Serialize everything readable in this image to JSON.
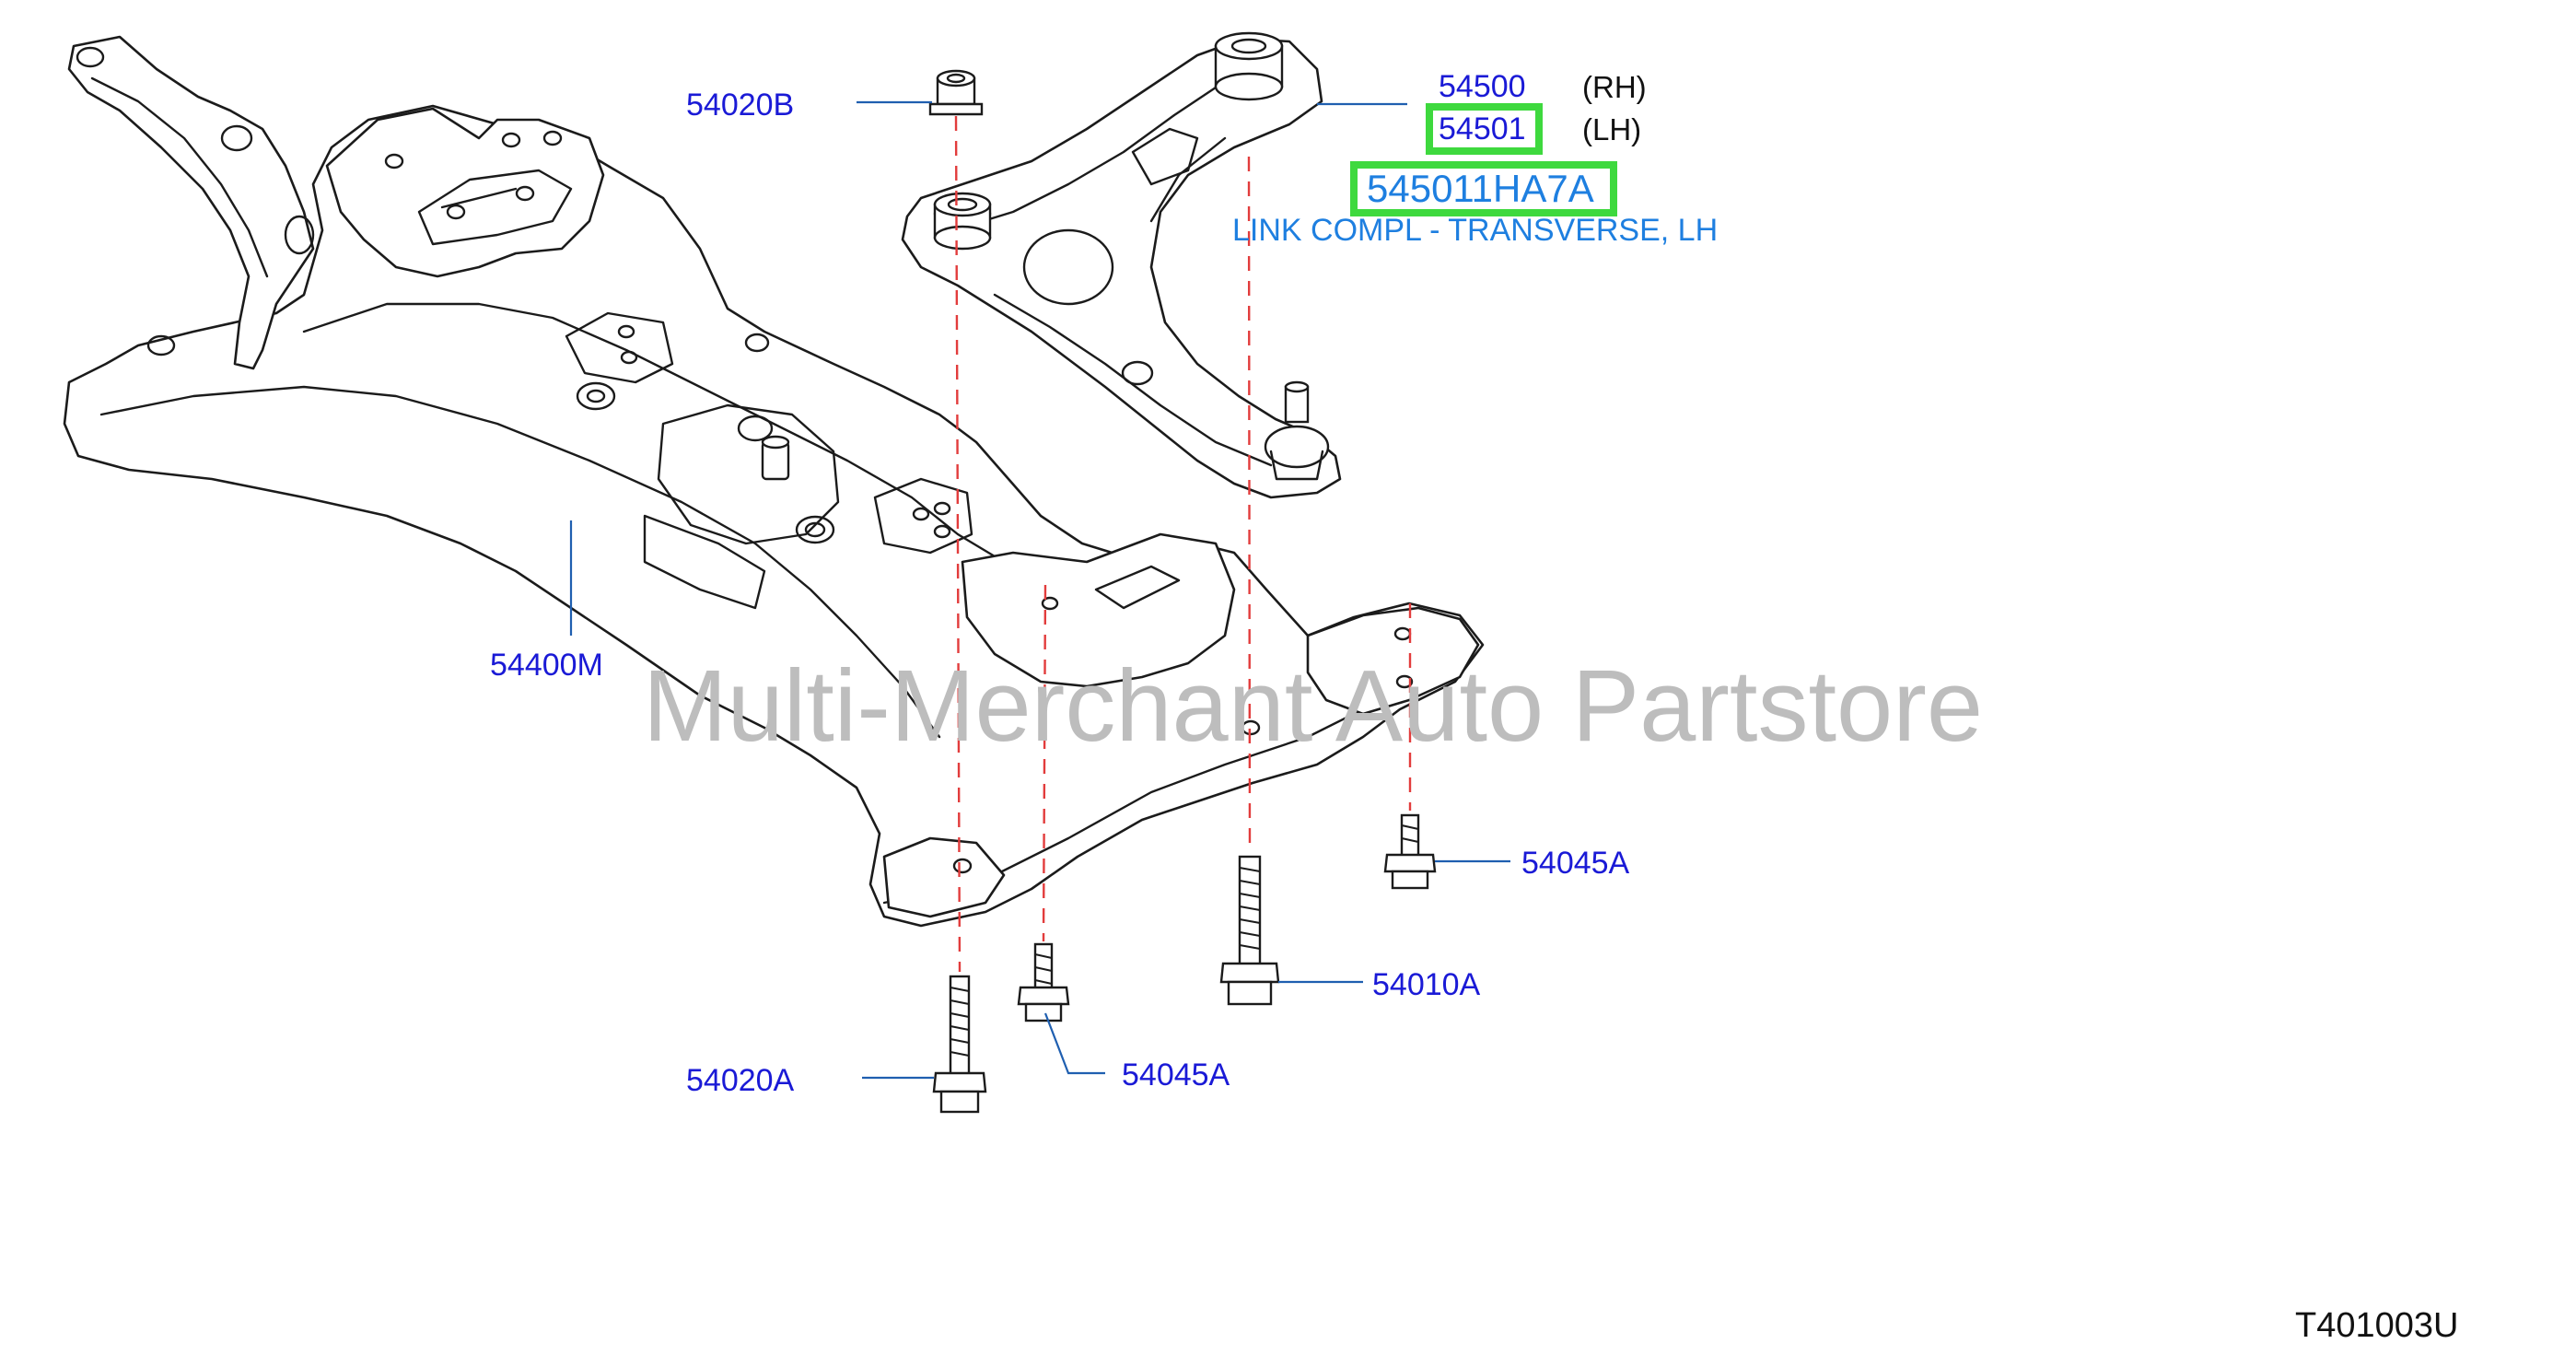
{
  "colors": {
    "callout_text": "#1a1ad6",
    "leader_line": "#1f5fb0",
    "highlight_box": "#3ed93e",
    "description_text": "#1e7fe0",
    "dashed_axis": "#e23c3c",
    "watermark": "#bdbdbd",
    "line_art": "#1b1b1b"
  },
  "callouts": {
    "nut_top": "54020B",
    "crossmember": "54400M",
    "link_rh": "54500",
    "link_lh": "54501",
    "bolt_left": "54020A",
    "bolt_mid": "54045A",
    "bolt_long": "54010A",
    "bolt_right": "54045A"
  },
  "sides": {
    "rh": "(RH)",
    "lh": "(LH)"
  },
  "part": {
    "number": "545011HA7A",
    "description": "LINK COMPL - TRANSVERSE, LH"
  },
  "watermark": "Multi-Merchant Auto Partstore",
  "diagram_code": "T401003U"
}
